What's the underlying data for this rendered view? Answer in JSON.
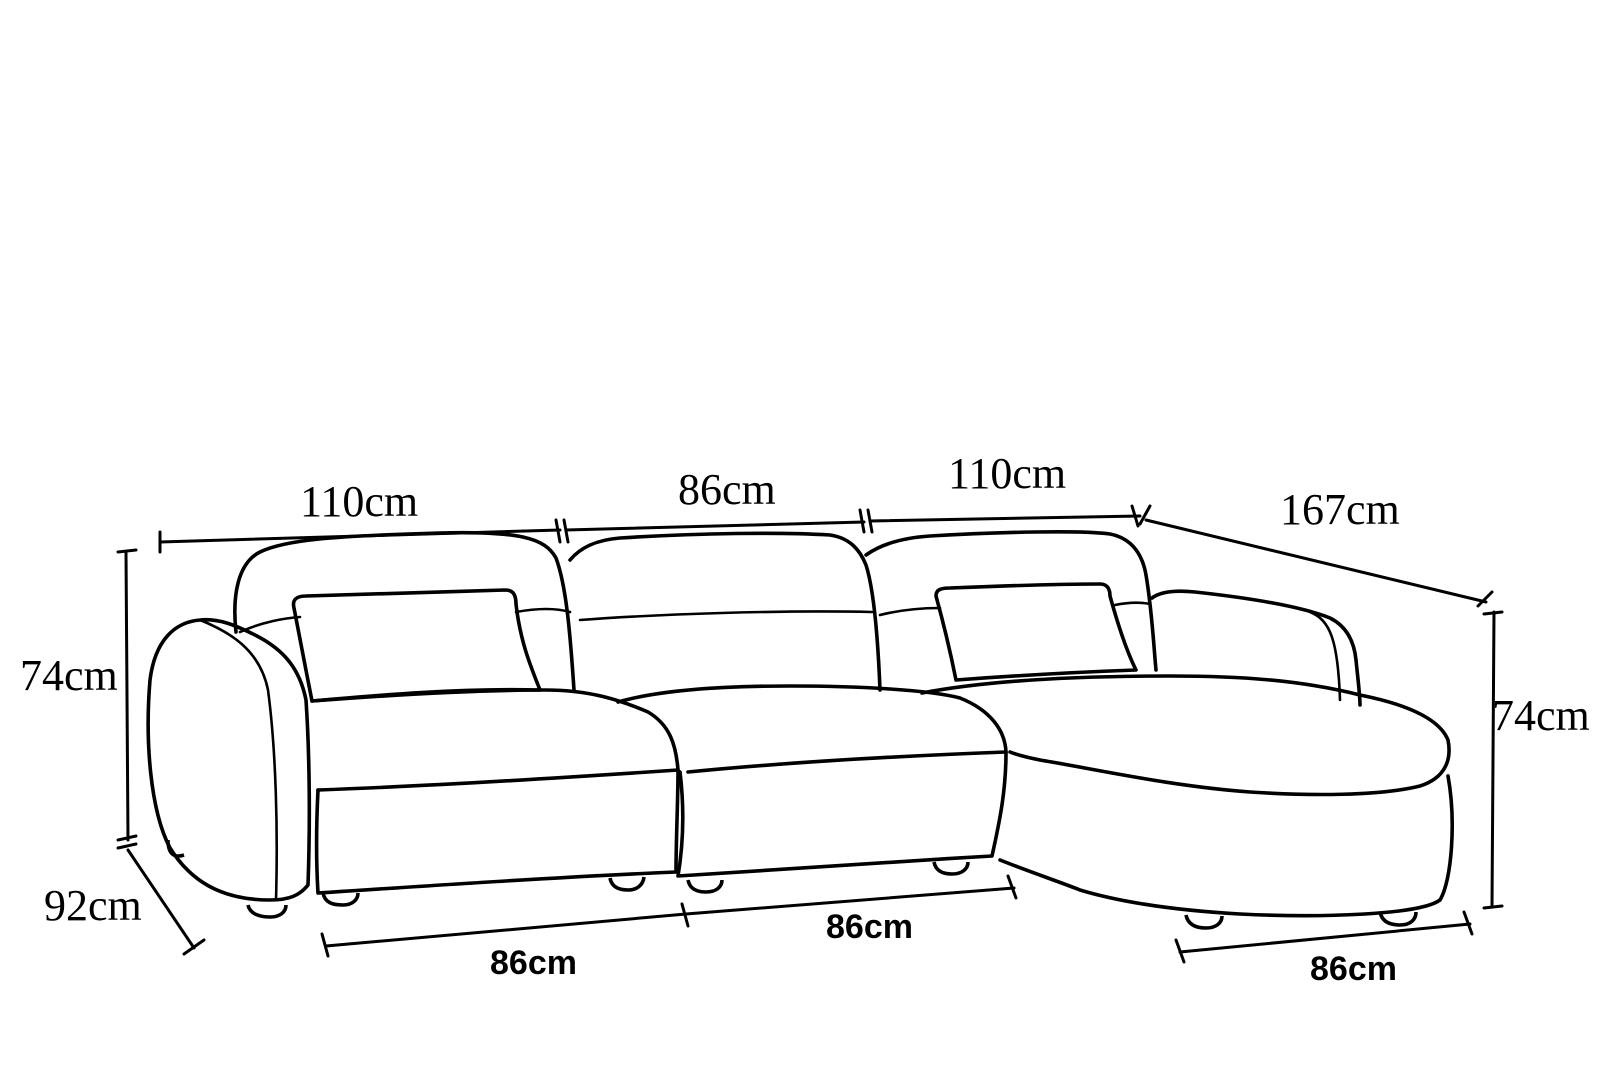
{
  "dimensions": {
    "top_left_width": "110cm",
    "top_middle_width": "86cm",
    "top_right_width": "110cm",
    "chaise_length": "167cm",
    "left_height": "74cm",
    "right_height": "74cm",
    "depth": "92cm",
    "bottom_left_seat": "86cm",
    "bottom_middle_seat": "86cm",
    "bottom_chaise_seat": "86cm"
  }
}
